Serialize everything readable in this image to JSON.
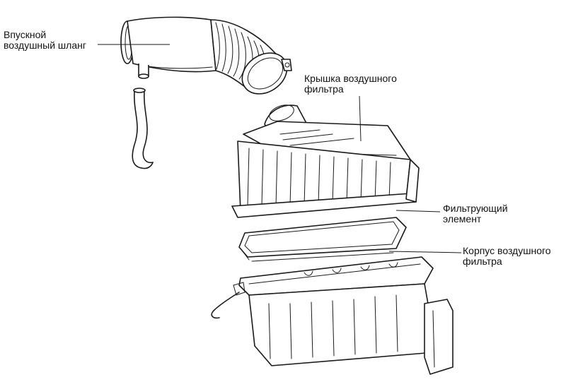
{
  "labels": {
    "intake_hose": [
      "Впускной",
      "воздушный шланг"
    ],
    "filter_cover": [
      "Крышка воздушного",
      "фильтра"
    ],
    "filter_element": [
      "Фильтрующий",
      "элемент"
    ],
    "filter_housing": [
      "Корпус воздушного",
      "фильтра"
    ]
  },
  "colors": {
    "ink": "#1a1a1a",
    "background": "#ffffff"
  }
}
